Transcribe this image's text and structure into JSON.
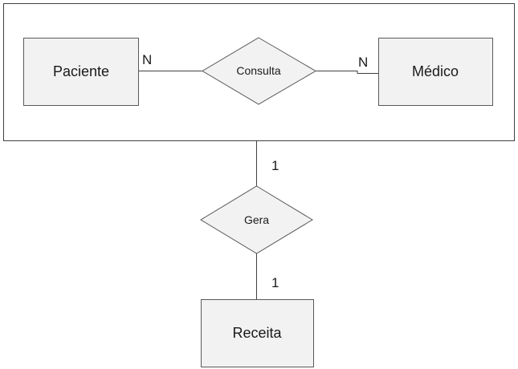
{
  "diagram": {
    "entities": {
      "paciente": "Paciente",
      "medico": "Médico",
      "receita": "Receita"
    },
    "relationships": {
      "consulta": "Consulta",
      "gera": "Gera"
    },
    "cardinalities": {
      "paciente_consulta": "N",
      "medico_consulta": "N",
      "aggregation_gera": "1",
      "receita_gera": "1"
    }
  }
}
